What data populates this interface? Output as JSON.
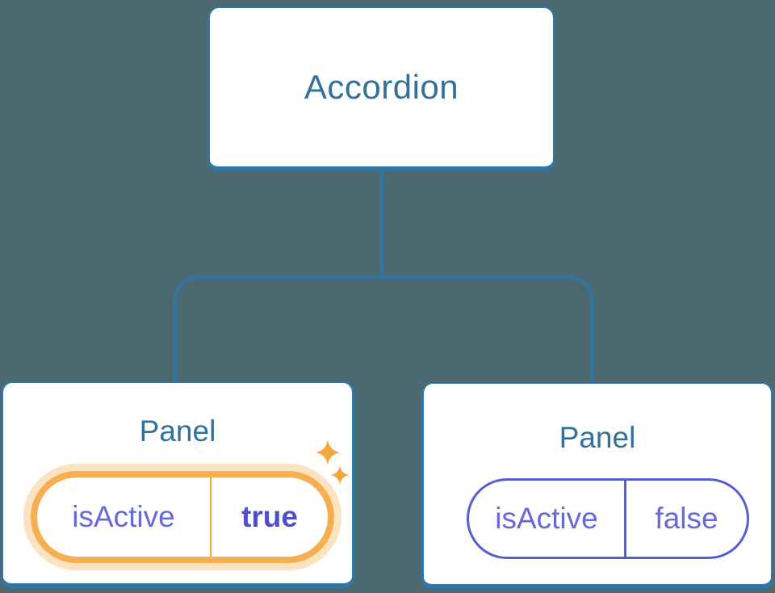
{
  "colors": {
    "background": "#4C6972",
    "node_fill": "#FFFFFF",
    "line_blue": "#2E76A8",
    "title_blue": "#31719C",
    "state_purple": "#6569DC",
    "state_purple_bold": "#4E51CC",
    "pill_border_purple": "#575ED4",
    "highlight_orange": "#F5AF52",
    "highlight_halo": "#FAE3BE",
    "divider_orange": "#EFA63E",
    "sparkle_orange": "#F5A73C"
  },
  "tree": {
    "root": {
      "label": "Accordion"
    },
    "children": [
      {
        "label": "Panel",
        "state": {
          "name": "isActive",
          "value": "true"
        },
        "highlighted": true
      },
      {
        "label": "Panel",
        "state": {
          "name": "isActive",
          "value": "false"
        },
        "highlighted": false
      }
    ]
  }
}
